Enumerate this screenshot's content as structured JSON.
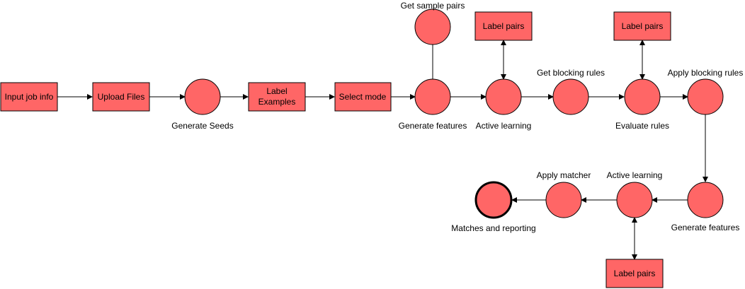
{
  "colors": {
    "node_fill": "#ff6666",
    "stroke": "#000000",
    "background": "#ffffff"
  },
  "nodes": {
    "input_job_info": "Input job info",
    "upload_files": "Upload Files",
    "generate_seeds": "Generate Seeds",
    "label_examples_line1": "Label",
    "label_examples_line2": "Examples",
    "select_mode": "Select mode",
    "get_sample_pairs": "Get sample pairs",
    "generate_features_1": "Generate features",
    "label_pairs_1": "Label pairs",
    "active_learning_1": "Active learning",
    "get_blocking_rules": "Get blocking rules",
    "label_pairs_2": "Label pairs",
    "evaluate_rules": "Evaluate rules",
    "apply_blocking_rules": "Apply blocking rules",
    "generate_features_2": "Generate features",
    "active_learning_2": "Active learning",
    "label_pairs_3": "Label pairs",
    "apply_matcher": "Apply matcher",
    "matches_and_reporting": "Matches and reporting"
  }
}
